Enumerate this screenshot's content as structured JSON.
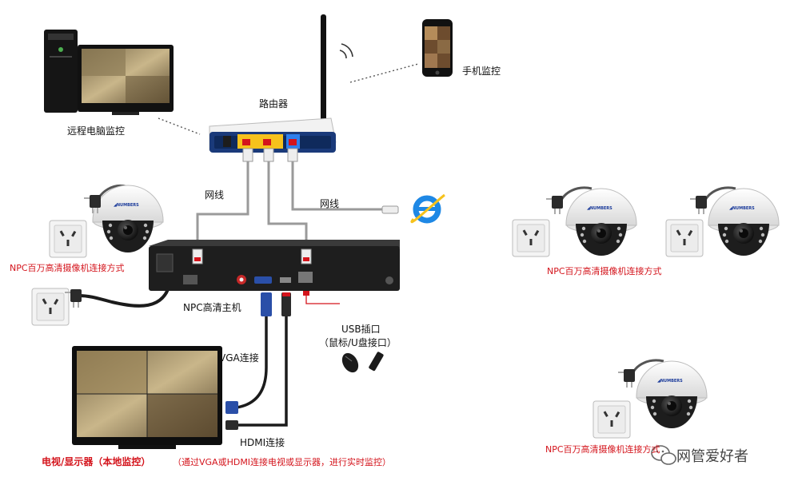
{
  "labels": {
    "remote_pc": "远程电脑监控",
    "router": "路由器",
    "mobile": "手机监控",
    "net_cable_left": "网线",
    "net_cable_right": "网线",
    "npc_left": "NPC百万高清摄像机连接方式",
    "npc_right": "NPC百万高清摄像机连接方式",
    "npc_bottom": "NPC百万高清摄像机连接方式",
    "nvr": "NPC高清主机",
    "usb_title": "USB插口",
    "usb_sub": "（鼠标/U盘接口）",
    "vga": "VGA连接",
    "hdmi": "HDMI连接",
    "tv_title": "电视/显示器（本地监控）",
    "tv_note": "（通过VGA或HDMI连接电视或显示器，进行实时监控）",
    "watermark": "网管爱好者"
  },
  "colors": {
    "accent_red": "#d4141c",
    "cable_gray": "#9a9a9a",
    "cable_dark": "#222222",
    "router_blue": "#1a3a7a",
    "ie_blue": "#1e88e5",
    "ie_yellow": "#f6c21c"
  },
  "icons": [
    "desktop-pc-icon",
    "router-icon",
    "smartphone-icon",
    "ie-browser-icon",
    "dome-camera-icon",
    "power-plug-icon",
    "wall-socket-icon",
    "nvr-box-icon",
    "mouse-icon",
    "usb-drive-icon",
    "tv-monitor-icon",
    "wechat-icon"
  ]
}
